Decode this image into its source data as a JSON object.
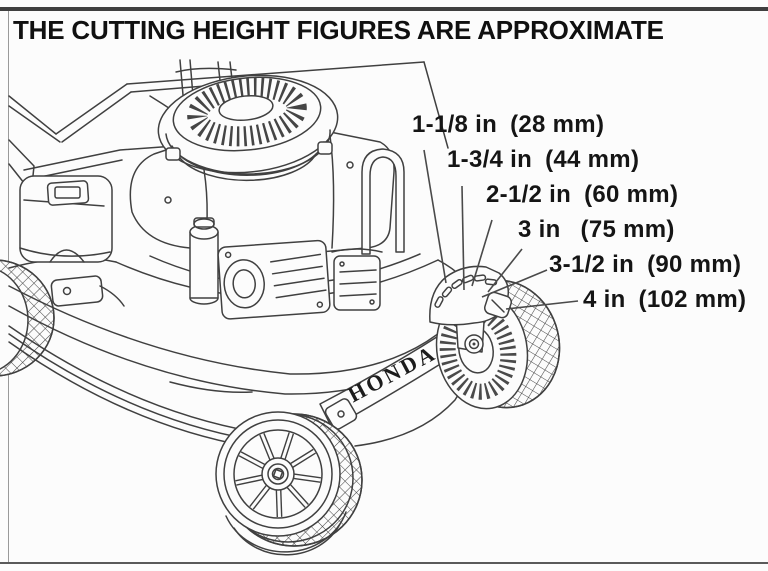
{
  "title": "THE CUTTING HEIGHT FIGURES ARE APPROXIMATE",
  "brand_label": "HONDA",
  "diagram": {
    "type": "cutting-height-diagram",
    "subject": "lawn mower side view line drawing with height adjuster notches",
    "cutting_heights": [
      {
        "inches": "1-1/8 in",
        "mm": "(28 mm)"
      },
      {
        "inches": "1-3/4 in",
        "mm": "(44 mm)"
      },
      {
        "inches": "2-1/2 in",
        "mm": "(60 mm)"
      },
      {
        "inches": "3 in",
        "mm": "(75 mm)"
      },
      {
        "inches": "3-1/2 in",
        "mm": "(90 mm)"
      },
      {
        "inches": "4 in",
        "mm": "(102 mm)"
      }
    ]
  },
  "colors": {
    "background": "#fcfcfc",
    "text": "#151515",
    "line_art": "#404040",
    "border": "#3f3f3f"
  }
}
